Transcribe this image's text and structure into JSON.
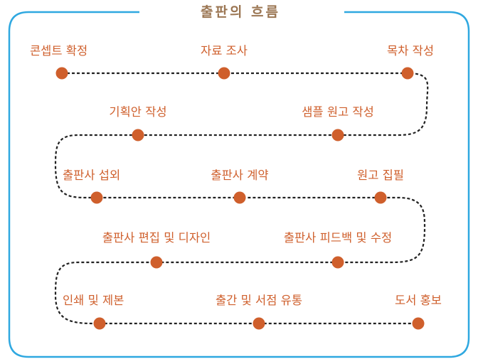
{
  "title": "출판의 흐름",
  "colors": {
    "frame": "#2fa8e0",
    "accent": "#cf5f2c",
    "title": "#9b7653",
    "path": "#222222"
  },
  "steps": [
    "콘셉트 확정",
    "자료 조사",
    "목차 작성",
    "샘플 원고 작성",
    "기획안 작성",
    "출판사 섭외",
    "출판사 계약",
    "원고 집필",
    "출판사 피드백 및 수정",
    "출판사 편집 및 디자인",
    "인쇄 및 제본",
    "출간 및 서점 유통",
    "도서 홍보"
  ]
}
